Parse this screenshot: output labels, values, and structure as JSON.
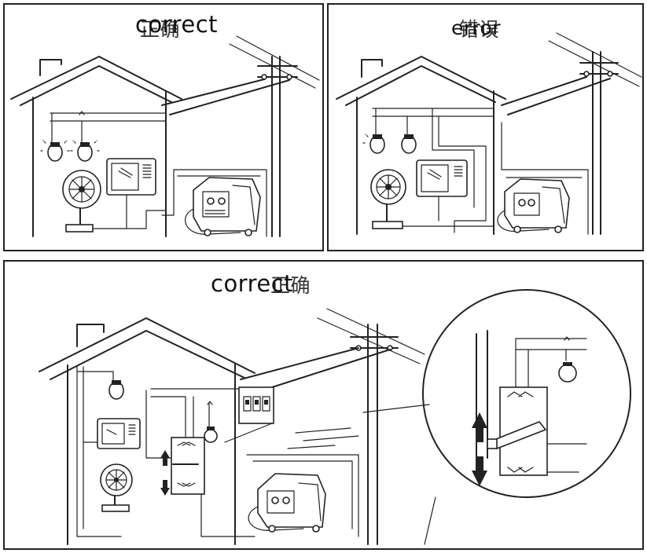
{
  "panels": [
    {
      "label": "correct",
      "label_cn": "正确"
    },
    {
      "label": "error",
      "label_cn": "错误"
    },
    {
      "label": "correct",
      "label_cn": "正确"
    }
  ]
}
